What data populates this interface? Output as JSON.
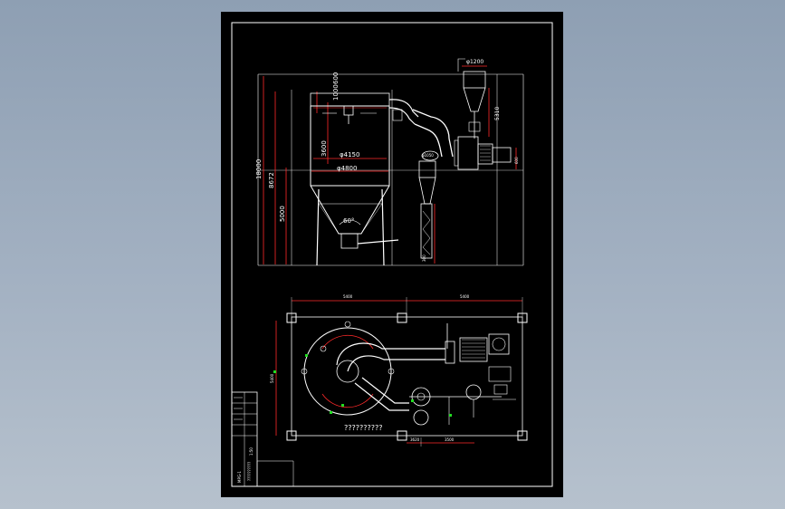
{
  "drawing": {
    "elevation": {
      "dimensions": {
        "total_height": "18000",
        "upper_height": "8672",
        "lower_height": "5000",
        "top_offset": "600",
        "cyl_offset": "1000",
        "cyl_height": "3600",
        "inner_diameter": "φ4150",
        "outer_diameter": "φ4800",
        "cone_angle": "60°",
        "cyclone_diameter": "φ1200",
        "cyclone_height": "5310",
        "pipe_diameter": "φ1050",
        "fan_note": "600",
        "bottom_note": "300"
      }
    },
    "plan": {
      "dimensions": {
        "left_span": "5400",
        "right_span": "5400",
        "depth": "5400",
        "sub_left": "3620",
        "sub_right": "3500"
      },
      "caption": "??????????"
    },
    "title_block": {
      "drawing_no": "MPG-1",
      "scale": "1:50",
      "name_vertical": "??????????"
    }
  }
}
